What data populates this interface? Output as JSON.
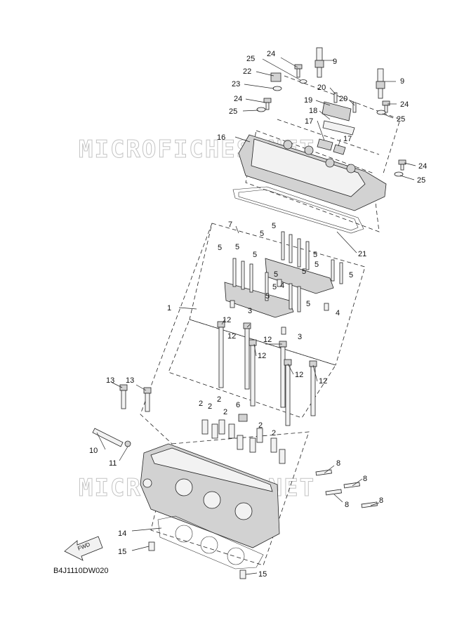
{
  "diagram_code": "B4J1110DW020",
  "fwd_label": "FWD",
  "watermarks": [
    "MICROFICHES.NET",
    "MICROFICHES.NET"
  ],
  "callouts": [
    {
      "id": "c9a",
      "label": "9"
    },
    {
      "id": "c9b",
      "label": "9"
    },
    {
      "id": "c24a",
      "label": "24"
    },
    {
      "id": "c25a",
      "label": "25"
    },
    {
      "id": "c22",
      "label": "22"
    },
    {
      "id": "c23",
      "label": "23"
    },
    {
      "id": "c24b",
      "label": "24"
    },
    {
      "id": "c25b",
      "label": "25"
    },
    {
      "id": "c20a",
      "label": "20"
    },
    {
      "id": "c20b",
      "label": "20"
    },
    {
      "id": "c19",
      "label": "19"
    },
    {
      "id": "c18",
      "label": "18"
    },
    {
      "id": "c17a",
      "label": "17"
    },
    {
      "id": "c17b",
      "label": "17"
    },
    {
      "id": "c24c",
      "label": "24"
    },
    {
      "id": "c25c",
      "label": "25"
    },
    {
      "id": "c24d",
      "label": "24"
    },
    {
      "id": "c25d",
      "label": "25"
    },
    {
      "id": "c16",
      "label": "16"
    },
    {
      "id": "c21",
      "label": "21"
    },
    {
      "id": "c7",
      "label": "7"
    },
    {
      "id": "c5a",
      "label": "5"
    },
    {
      "id": "c5b",
      "label": "5"
    },
    {
      "id": "c5c",
      "label": "5"
    },
    {
      "id": "c5d",
      "label": "5"
    },
    {
      "id": "c5e",
      "label": "5"
    },
    {
      "id": "c5f",
      "label": "5"
    },
    {
      "id": "c5g",
      "label": "5"
    },
    {
      "id": "c5h",
      "label": "5"
    },
    {
      "id": "c5i",
      "label": "5"
    },
    {
      "id": "c5j",
      "label": "5"
    },
    {
      "id": "c5k",
      "label": "5"
    },
    {
      "id": "c5l",
      "label": "5"
    },
    {
      "id": "c5m",
      "label": "5"
    },
    {
      "id": "c4a",
      "label": "4"
    },
    {
      "id": "c4b",
      "label": "4"
    },
    {
      "id": "c3a",
      "label": "3"
    },
    {
      "id": "c3b",
      "label": "3"
    },
    {
      "id": "c1",
      "label": "1"
    },
    {
      "id": "c12a",
      "label": "12"
    },
    {
      "id": "c12b",
      "label": "12"
    },
    {
      "id": "c12c",
      "label": "12"
    },
    {
      "id": "c12d",
      "label": "12"
    },
    {
      "id": "c12e",
      "label": "12"
    },
    {
      "id": "c12f",
      "label": "12"
    },
    {
      "id": "c13a",
      "label": "13"
    },
    {
      "id": "c13b",
      "label": "13"
    },
    {
      "id": "c2a",
      "label": "2"
    },
    {
      "id": "c2b",
      "label": "2"
    },
    {
      "id": "c2c",
      "label": "2"
    },
    {
      "id": "c2d",
      "label": "2"
    },
    {
      "id": "c2e",
      "label": "2"
    },
    {
      "id": "c2f",
      "label": "2"
    },
    {
      "id": "c6",
      "label": "6"
    },
    {
      "id": "c10",
      "label": "10"
    },
    {
      "id": "c11",
      "label": "11"
    },
    {
      "id": "c8a",
      "label": "8"
    },
    {
      "id": "c8b",
      "label": "8"
    },
    {
      "id": "c8c",
      "label": "8"
    },
    {
      "id": "c8d",
      "label": "8"
    },
    {
      "id": "c14",
      "label": "14"
    },
    {
      "id": "c15a",
      "label": "15"
    },
    {
      "id": "c15b",
      "label": "15"
    }
  ]
}
